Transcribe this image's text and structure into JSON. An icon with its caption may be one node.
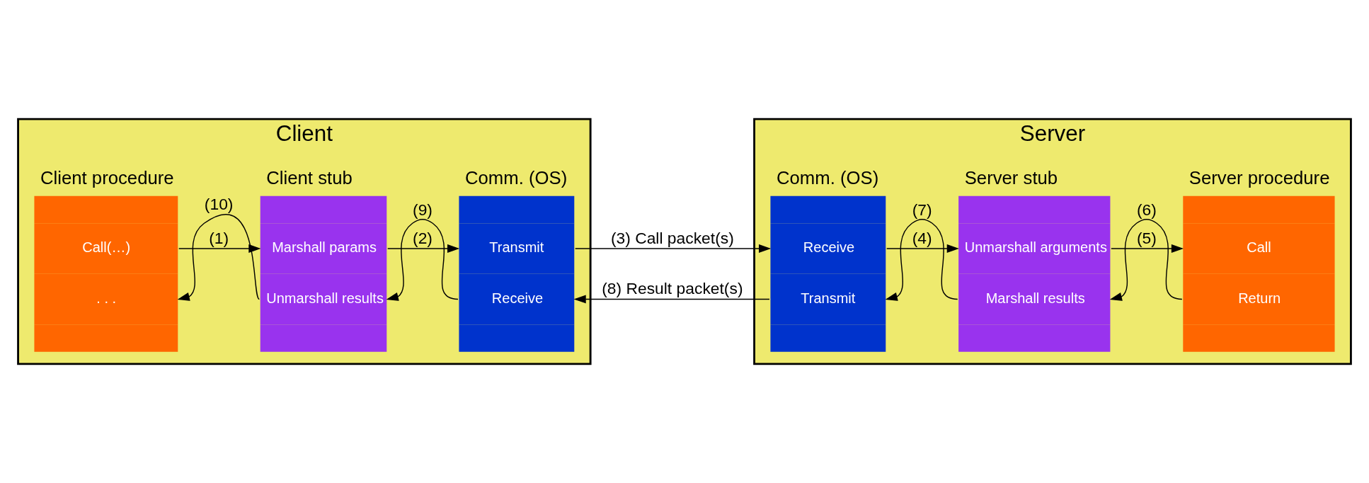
{
  "diagram": {
    "nodes": [
      {
        "text": [
          "Client"
        ]
      },
      {
        "text": [
          "Client procedure",
          "Call(…)",
          ". . ."
        ],
        "in": 0
      },
      {
        "text": [
          "Client stub",
          "Marshall params",
          "Unmarshall results"
        ],
        "in": 0
      },
      {
        "text": [
          "Comm. (OS)",
          "Transmit",
          "Receive"
        ],
        "in": 0
      },
      {
        "text": [
          "Server"
        ]
      },
      {
        "text": [
          "Comm. (OS)",
          "Receive",
          "Transmit"
        ],
        "in": 4
      },
      {
        "text": [
          "Server stub",
          "Unmarshall arguments",
          "Marshall results"
        ],
        "in": 4
      },
      {
        "text": [
          "Server procedure",
          "Call",
          "Return"
        ],
        "in": 4
      }
    ],
    "edges": [
      {
        "from": 1,
        "to": 2,
        "arrow": "to",
        "label": "(1)"
      },
      {
        "from": 2,
        "to": 3,
        "arrow": "to",
        "label": "(2)"
      },
      {
        "from": 3,
        "to": 5,
        "arrow": "to",
        "label": "(3) Call packet(s)"
      },
      {
        "from": 5,
        "to": 6,
        "arrow": "to",
        "label": "(4)"
      },
      {
        "from": 6,
        "to": 7,
        "arrow": "to",
        "label": "(5)"
      },
      {
        "from": 7,
        "to": 6,
        "arrow": "to",
        "label": "(6)"
      },
      {
        "from": 6,
        "to": 5,
        "arrow": "to",
        "label": "(7)"
      },
      {
        "from": 5,
        "to": 3,
        "arrow": "to",
        "label": "(8) Result packet(s)"
      },
      {
        "from": 3,
        "to": 2,
        "arrow": "to",
        "label": "(9)"
      },
      {
        "from": 2,
        "to": 1,
        "arrow": "to",
        "label": "(10)"
      }
    ]
  }
}
